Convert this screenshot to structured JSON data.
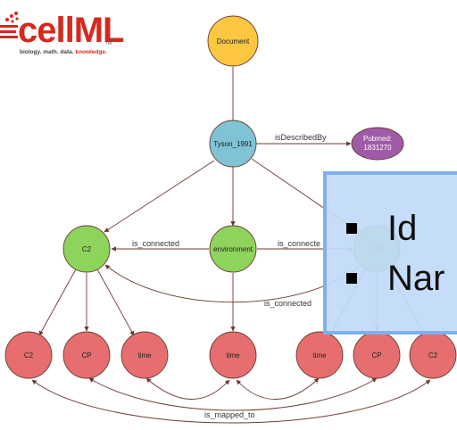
{
  "logo": {
    "wordmark": "cellML",
    "tagline_parts": [
      "biology.",
      "math.",
      "data.",
      "knowledge."
    ],
    "trademark": "TM"
  },
  "nodes": {
    "document": "Document",
    "model": "Tyson_1991",
    "pubmed_line1": "Pubmed:",
    "pubmed_line2": "1831270",
    "c2_top": "C2",
    "environment": "environment",
    "cp_top": "CP",
    "bottom": [
      "C2",
      "CP",
      "time",
      "time",
      "time",
      "CP",
      "C2"
    ]
  },
  "edges": {
    "is_described_by": "isDescribedBy",
    "is_connected_left": "is_connected",
    "is_connected_right": "is_connecte",
    "is_connected_bottom": "is_connected",
    "is_mapped_to": "is_mapped_to"
  },
  "overlay": {
    "items": [
      "Id",
      "Nar"
    ]
  },
  "colors": {
    "document_fill": "#fcc641",
    "model_fill": "#7ec4d4",
    "pubmed_fill": "#a05ba8",
    "component_fill": "#8ed35c",
    "variable_fill": "#e66e6e",
    "edge": "#6b3a34",
    "overlay_fill": "#c1daf8",
    "overlay_border": "#7fb0ec",
    "logo_red": "#d6281f"
  }
}
